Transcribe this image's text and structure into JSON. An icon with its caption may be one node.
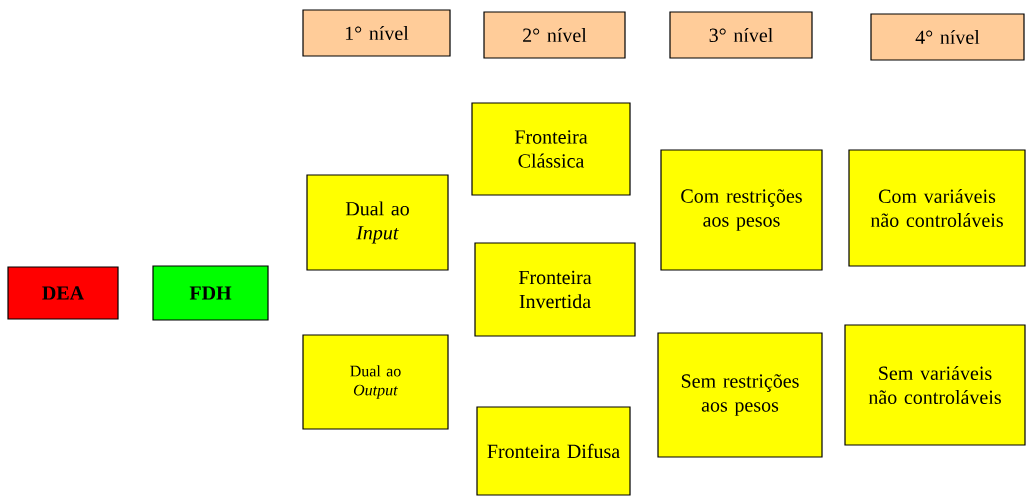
{
  "diagram": {
    "nodes": [
      {
        "text": [
          "1° nível"
        ]
      },
      {
        "text": [
          "2° nível"
        ]
      },
      {
        "text": [
          "3° nível"
        ]
      },
      {
        "text": [
          "4° nível"
        ]
      },
      {
        "text": [
          "DEA"
        ]
      },
      {
        "text": [
          "FDH"
        ]
      },
      {
        "text": [
          "Dual ao *Input*"
        ]
      },
      {
        "text": [
          "Dual ao *Output*"
        ]
      },
      {
        "text": [
          "Fronteira Clássica"
        ]
      },
      {
        "text": [
          "Fronteira Invertida"
        ]
      },
      {
        "text": [
          "Fronteira Difusa"
        ]
      },
      {
        "text": [
          "Com restrições aos pesos"
        ]
      },
      {
        "text": [
          "Com variáveis não controláveis"
        ]
      },
      {
        "text": [
          "Sem restrições aos pesos"
        ]
      },
      {
        "text": [
          "Sem variáveis não controláveis"
        ]
      }
    ]
  }
}
